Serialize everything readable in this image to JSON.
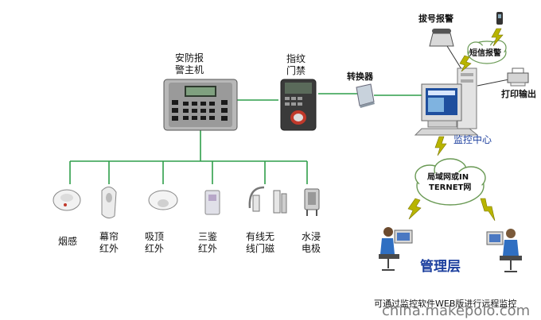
{
  "labels": {
    "host_line1": "安防报",
    "host_line2": "警主机",
    "access_line1": "指纹",
    "access_line2": "门禁",
    "converter": "转换器",
    "dial_alarm": "拔号报警",
    "sms_alarm": "短信报警",
    "print_output": "打印输出",
    "monitor_center": "监控中心",
    "network_line1": "局域网或IN",
    "network_line2": "TERNET网",
    "management": "管理层",
    "footer": "可通过监控软件WEB版进行远程监控",
    "watermark": "china.makepolo.com"
  },
  "sensors": [
    {
      "id": "smoke",
      "line1": "烟感",
      "line2": ""
    },
    {
      "id": "curtain",
      "line1": "幕帘",
      "line2": "红外"
    },
    {
      "id": "ceiling",
      "line1": "吸顶",
      "line2": "红外"
    },
    {
      "id": "triple",
      "line1": "三鉴",
      "line2": "红外"
    },
    {
      "id": "magnet",
      "line1": "有线无",
      "line2": "线门磁"
    },
    {
      "id": "water",
      "line1": "水浸",
      "line2": "电极"
    }
  ],
  "colors": {
    "line": "#2f9e4a",
    "text_blue": "#1c3f9e",
    "lightning": "#b8b400",
    "cloud_stroke": "#6a9a55"
  }
}
